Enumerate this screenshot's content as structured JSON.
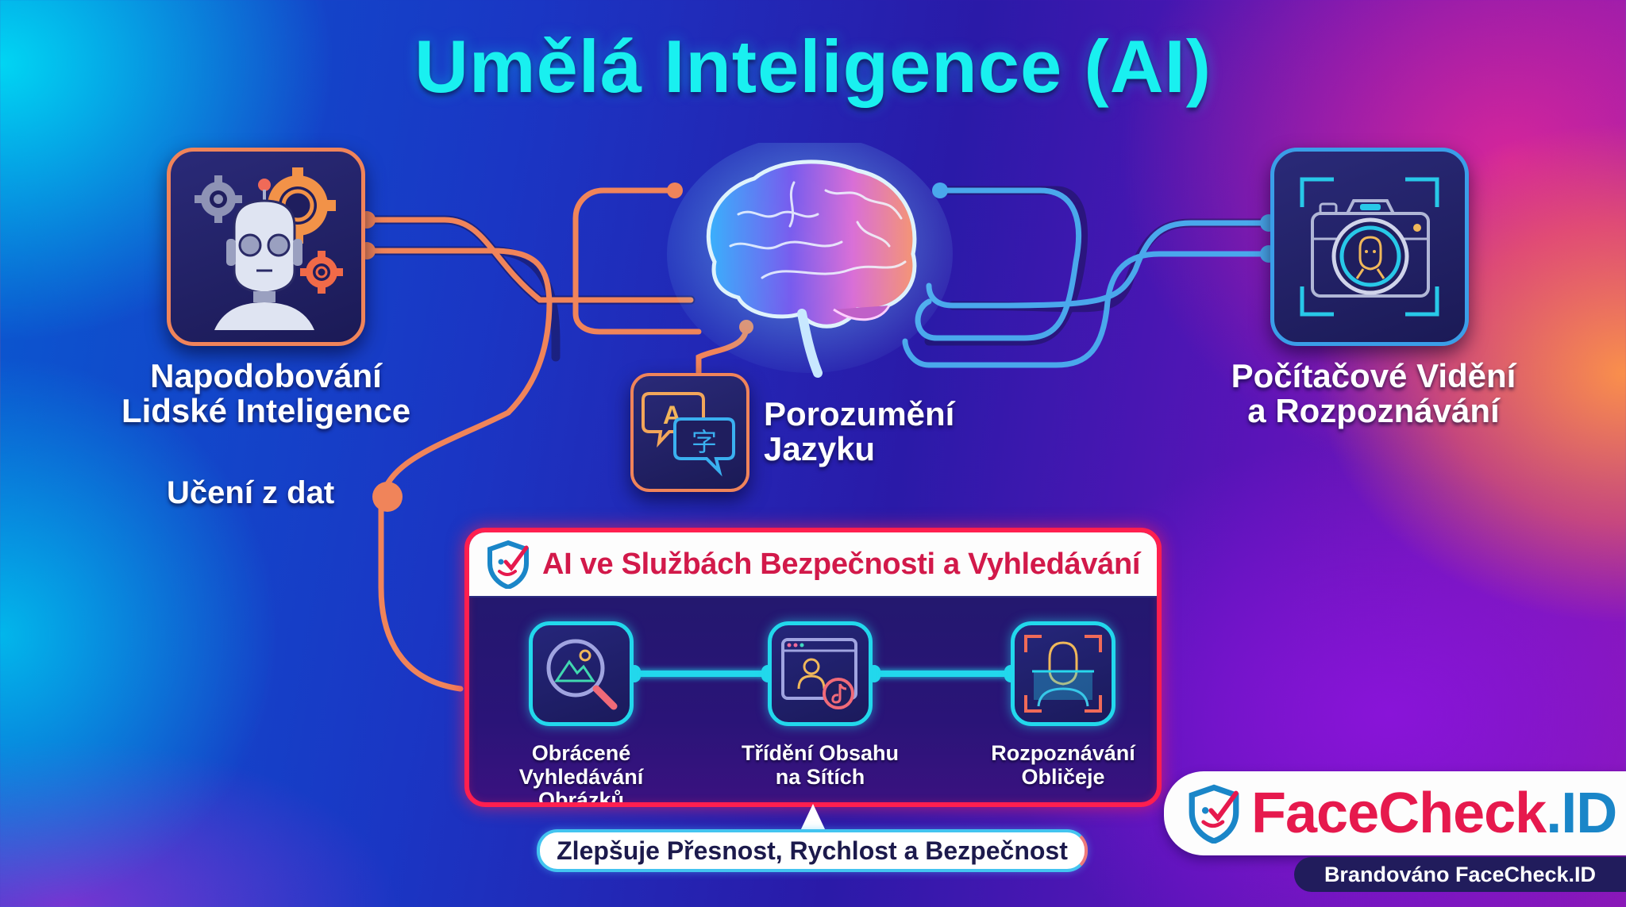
{
  "title": "Umělá Inteligence (AI)",
  "nodes": {
    "robot": {
      "label_line1": "Napodobování",
      "label_line2": "Lidské Inteligence",
      "icon": "robot-gears-icon",
      "color": "#f0845a"
    },
    "brain": {
      "icon": "glowing-brain-icon"
    },
    "language": {
      "label_line1": "Porozumění",
      "label_line2": "Jazyku",
      "icon": "translate-bubbles-icon",
      "glyph_a": "A",
      "glyph_b": "字",
      "color": "#f0845a"
    },
    "vision": {
      "label_line1": "Počítačové Vidění",
      "label_line2": "a Rozpoznávání",
      "icon": "camera-face-icon",
      "color": "#3a9ee8"
    },
    "learning": {
      "label": "Učení z dat"
    }
  },
  "panel": {
    "header": "AI ve Službách Bezpečnosti a Vyhledávání",
    "header_color": "#d2194a",
    "border_color": "#ff1f4f",
    "services": [
      {
        "line1": "Obrácené",
        "line2": "Vyhledávání Obrázků",
        "icon": "image-search-icon"
      },
      {
        "line1": "Třídění Obsahu",
        "line2": "na Sítích",
        "icon": "social-profile-icon"
      },
      {
        "line1": "Rozpoznávání",
        "line2": "Obličeje",
        "icon": "face-scan-icon"
      }
    ]
  },
  "callout": "Zlepšuje Přesnost, Rychlost a Bezpečnost",
  "brand": {
    "name_part1": "FaceCheck",
    "name_part2": ".ID",
    "subtitle": "Brandováno FaceCheck.ID",
    "color_primary": "#e6194d",
    "color_secondary": "#1a86c8"
  },
  "colors": {
    "title": "#19f0f0",
    "orange_lines": "#f0845a",
    "blue_lines": "#4aa8ec",
    "cyan_accent": "#22d8ec"
  }
}
